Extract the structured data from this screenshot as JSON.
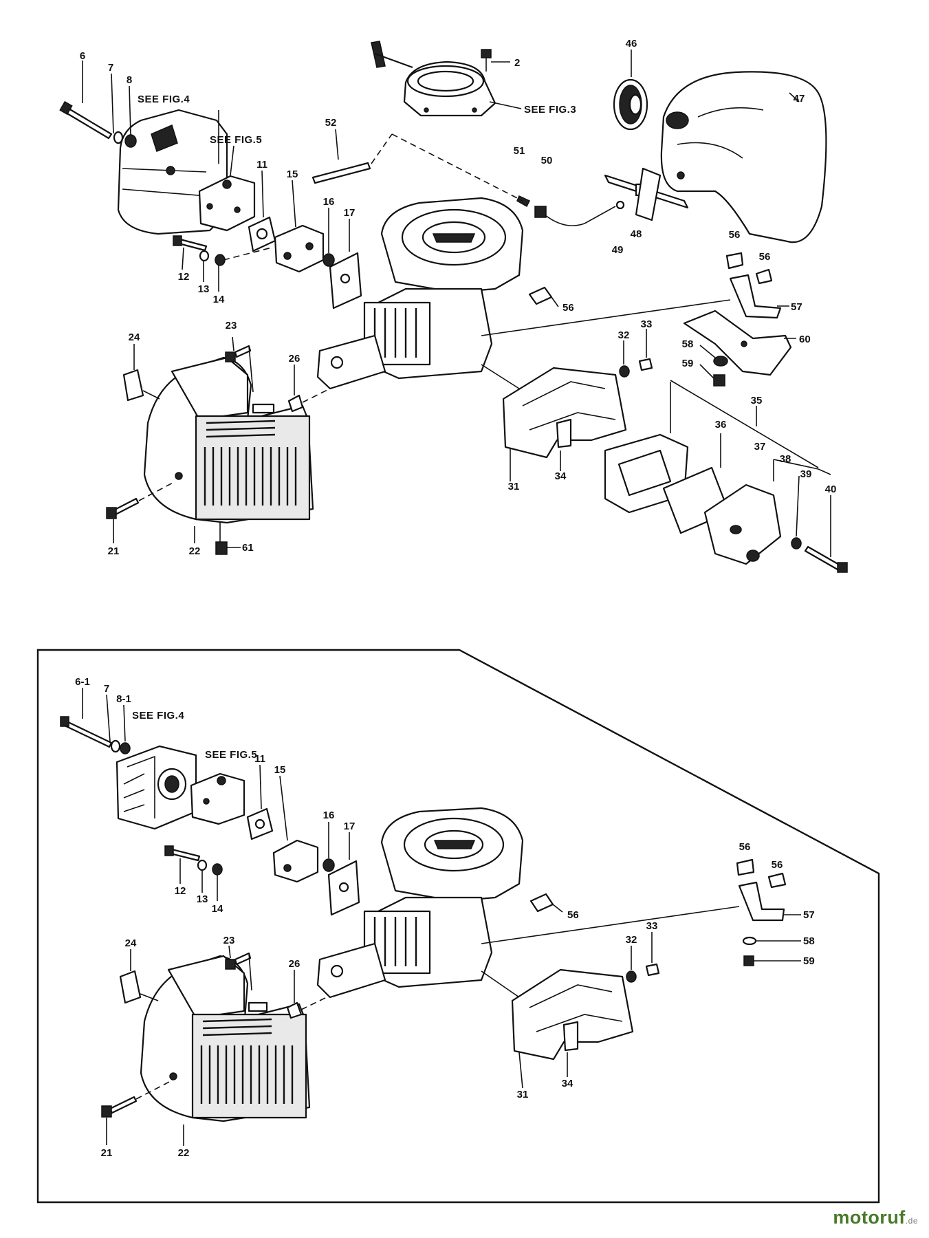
{
  "watermark": {
    "text": "motoruf",
    "tld": ".de",
    "color_main": "#4a7a2a",
    "color_tld": "#7a7a7a"
  },
  "top_view": {
    "callouts": [
      {
        "id": "6",
        "text": "6"
      },
      {
        "id": "7",
        "text": "7"
      },
      {
        "id": "8",
        "text": "8"
      },
      {
        "id": "see4",
        "text": "SEE FIG.4"
      },
      {
        "id": "see5",
        "text": "SEE FIG.5"
      },
      {
        "id": "52",
        "text": "52"
      },
      {
        "id": "2",
        "text": "2"
      },
      {
        "id": "see3",
        "text": "SEE FIG.3"
      },
      {
        "id": "46",
        "text": "46"
      },
      {
        "id": "47",
        "text": "47"
      },
      {
        "id": "51",
        "text": "51"
      },
      {
        "id": "50",
        "text": "50"
      },
      {
        "id": "11",
        "text": "11"
      },
      {
        "id": "15",
        "text": "15"
      },
      {
        "id": "16",
        "text": "16"
      },
      {
        "id": "17",
        "text": "17"
      },
      {
        "id": "48",
        "text": "48"
      },
      {
        "id": "49",
        "text": "49"
      },
      {
        "id": "12",
        "text": "12"
      },
      {
        "id": "13",
        "text": "13"
      },
      {
        "id": "14",
        "text": "14"
      },
      {
        "id": "56a",
        "text": "56"
      },
      {
        "id": "56b",
        "text": "56"
      },
      {
        "id": "56c",
        "text": "56"
      },
      {
        "id": "57",
        "text": "57"
      },
      {
        "id": "23",
        "text": "23"
      },
      {
        "id": "24",
        "text": "24"
      },
      {
        "id": "32",
        "text": "32"
      },
      {
        "id": "33",
        "text": "33"
      },
      {
        "id": "60",
        "text": "60"
      },
      {
        "id": "58",
        "text": "58"
      },
      {
        "id": "26",
        "text": "26"
      },
      {
        "id": "59",
        "text": "59"
      },
      {
        "id": "35",
        "text": "35"
      },
      {
        "id": "36",
        "text": "36"
      },
      {
        "id": "37",
        "text": "37"
      },
      {
        "id": "38",
        "text": "38"
      },
      {
        "id": "39",
        "text": "39"
      },
      {
        "id": "40",
        "text": "40"
      },
      {
        "id": "31",
        "text": "31"
      },
      {
        "id": "34",
        "text": "34"
      },
      {
        "id": "21",
        "text": "21"
      },
      {
        "id": "22",
        "text": "22"
      },
      {
        "id": "61",
        "text": "61"
      }
    ]
  },
  "bottom_view": {
    "callouts": [
      {
        "id": "6-1",
        "text": "6-1"
      },
      {
        "id": "7",
        "text": "7"
      },
      {
        "id": "8-1",
        "text": "8-1"
      },
      {
        "id": "see4",
        "text": "SEE FIG.4"
      },
      {
        "id": "see5",
        "text": "SEE FIG.5"
      },
      {
        "id": "11",
        "text": "11"
      },
      {
        "id": "15",
        "text": "15"
      },
      {
        "id": "16",
        "text": "16"
      },
      {
        "id": "17",
        "text": "17"
      },
      {
        "id": "12",
        "text": "12"
      },
      {
        "id": "13",
        "text": "13"
      },
      {
        "id": "14",
        "text": "14"
      },
      {
        "id": "56a",
        "text": "56"
      },
      {
        "id": "56b",
        "text": "56"
      },
      {
        "id": "56c",
        "text": "56"
      },
      {
        "id": "57",
        "text": "57"
      },
      {
        "id": "58",
        "text": "58"
      },
      {
        "id": "59",
        "text": "59"
      },
      {
        "id": "23",
        "text": "23"
      },
      {
        "id": "24",
        "text": "24"
      },
      {
        "id": "26",
        "text": "26"
      },
      {
        "id": "32",
        "text": "32"
      },
      {
        "id": "33",
        "text": "33"
      },
      {
        "id": "31",
        "text": "31"
      },
      {
        "id": "34",
        "text": "34"
      },
      {
        "id": "21",
        "text": "21"
      },
      {
        "id": "22",
        "text": "22"
      }
    ]
  }
}
